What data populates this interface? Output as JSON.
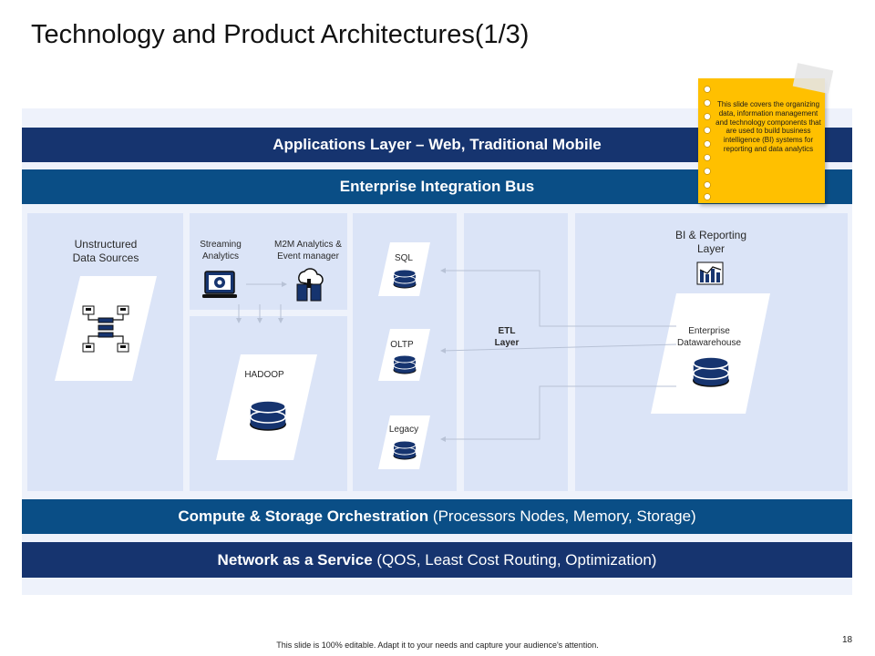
{
  "title": "Technology and Product Architectures(1/3)",
  "layers": {
    "applications": "Applications Layer – Web, Traditional Mobile",
    "integration_bus": "Enterprise Integration Bus",
    "compute_bold": "Compute & Storage Orchestration",
    "compute_rest": " (Processors Nodes, Memory, Storage)",
    "network_bold": "Network as a Service",
    "network_rest": " (QOS, Least Cost Routing, Optimization)"
  },
  "sources": {
    "unstructured_line1": "Unstructured",
    "unstructured_line2": "Data Sources",
    "streaming_line1": "Streaming",
    "streaming_line2": "Analytics",
    "m2m_line1": "M2M Analytics &",
    "m2m_line2": "Event manager",
    "hadoop": "HADOOP"
  },
  "databases": {
    "sql": "SQL",
    "oltp": "OLTP",
    "legacy": "Legacy"
  },
  "etl": {
    "line1": "ETL",
    "line2": "Layer"
  },
  "warehouse": {
    "bi_line1": "BI & Reporting",
    "bi_line2": "Layer",
    "edw_line1": "Enterprise",
    "edw_line2": "Datawarehouse"
  },
  "note": {
    "text": "This slide covers the organizing data, information management and technology components that are used to build business intelligence (BI) systems for reporting and data analytics"
  },
  "footer": {
    "text": "This slide is 100% editable. Adapt it to your needs and capture your audience's attention.",
    "page": "18"
  },
  "colors": {
    "dark_navy": "#16346f",
    "mid_blue": "#0a4e86",
    "panel": "#dbe4f7",
    "note": "#ffc000"
  }
}
